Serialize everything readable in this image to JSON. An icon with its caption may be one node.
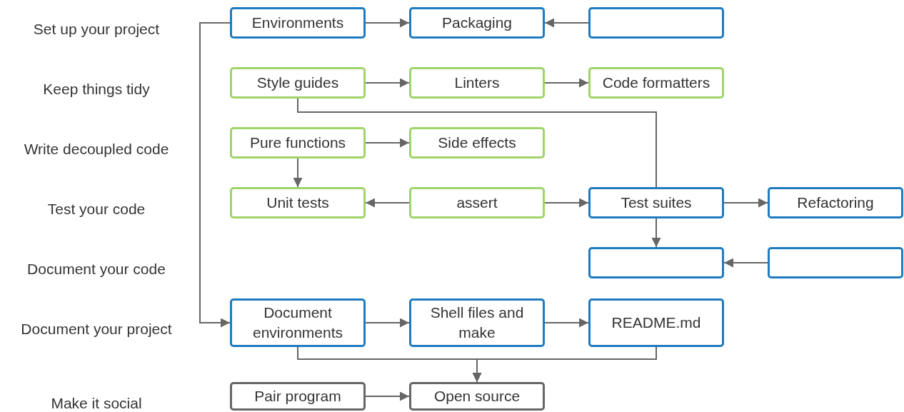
{
  "diagram": {
    "nodes": [
      {
        "text": [
          "Environments"
        ]
      },
      {
        "text": [
          "Packaging"
        ]
      },
      {
        "text": [],
        "shape": "box"
      },
      {
        "text": [
          "Style guides"
        ]
      },
      {
        "text": [
          "Linters"
        ]
      },
      {
        "text": [
          "Code formatters"
        ]
      },
      {
        "text": [
          "Pure functions"
        ]
      },
      {
        "text": [
          "Side effects"
        ]
      },
      {
        "text": [
          "Unit tests"
        ]
      },
      {
        "text": [
          "assert"
        ]
      },
      {
        "text": [
          "Test suites"
        ]
      },
      {
        "text": [
          "Refactoring"
        ]
      },
      {
        "text": [],
        "shape": "box"
      },
      {
        "text": [],
        "shape": "box"
      },
      {
        "text": [
          "Document environments"
        ]
      },
      {
        "text": [
          "Shell files and make"
        ]
      },
      {
        "text": [
          "README.md"
        ]
      },
      {
        "text": [
          "Pair program"
        ]
      },
      {
        "text": [
          "Open source"
        ]
      }
    ],
    "edges": [
      {
        "from": 0,
        "to": 1,
        "arrow": "to"
      },
      {
        "from": 2,
        "to": 1,
        "arrow": "to"
      },
      {
        "from": 3,
        "to": 4,
        "arrow": "to"
      },
      {
        "from": 4,
        "to": 5,
        "arrow": "to"
      },
      {
        "from": 3,
        "to": 10,
        "arrow": "none"
      },
      {
        "from": 6,
        "to": 7,
        "arrow": "to"
      },
      {
        "from": 6,
        "to": 8,
        "arrow": "to"
      },
      {
        "from": 9,
        "to": 8,
        "arrow": "to"
      },
      {
        "from": 9,
        "to": 10,
        "arrow": "to"
      },
      {
        "from": 10,
        "to": 11,
        "arrow": "to"
      },
      {
        "from": 10,
        "to": 12,
        "arrow": "to"
      },
      {
        "from": 13,
        "to": 12,
        "arrow": "to"
      },
      {
        "from": 0,
        "to": 14,
        "arrow": "to"
      },
      {
        "from": 14,
        "to": 15,
        "arrow": "to"
      },
      {
        "from": 15,
        "to": 16,
        "arrow": "to"
      },
      {
        "from": 14,
        "to": 18,
        "arrow": "to"
      },
      {
        "from": 16,
        "to": 18,
        "arrow": "to"
      },
      {
        "from": 17,
        "to": 18,
        "arrow": "to"
      }
    ],
    "labels": [
      "Set up your project",
      "Keep things tidy",
      "Write decoupled code",
      "Test your code",
      "Document your code",
      "Document your project",
      "Make it social"
    ]
  }
}
